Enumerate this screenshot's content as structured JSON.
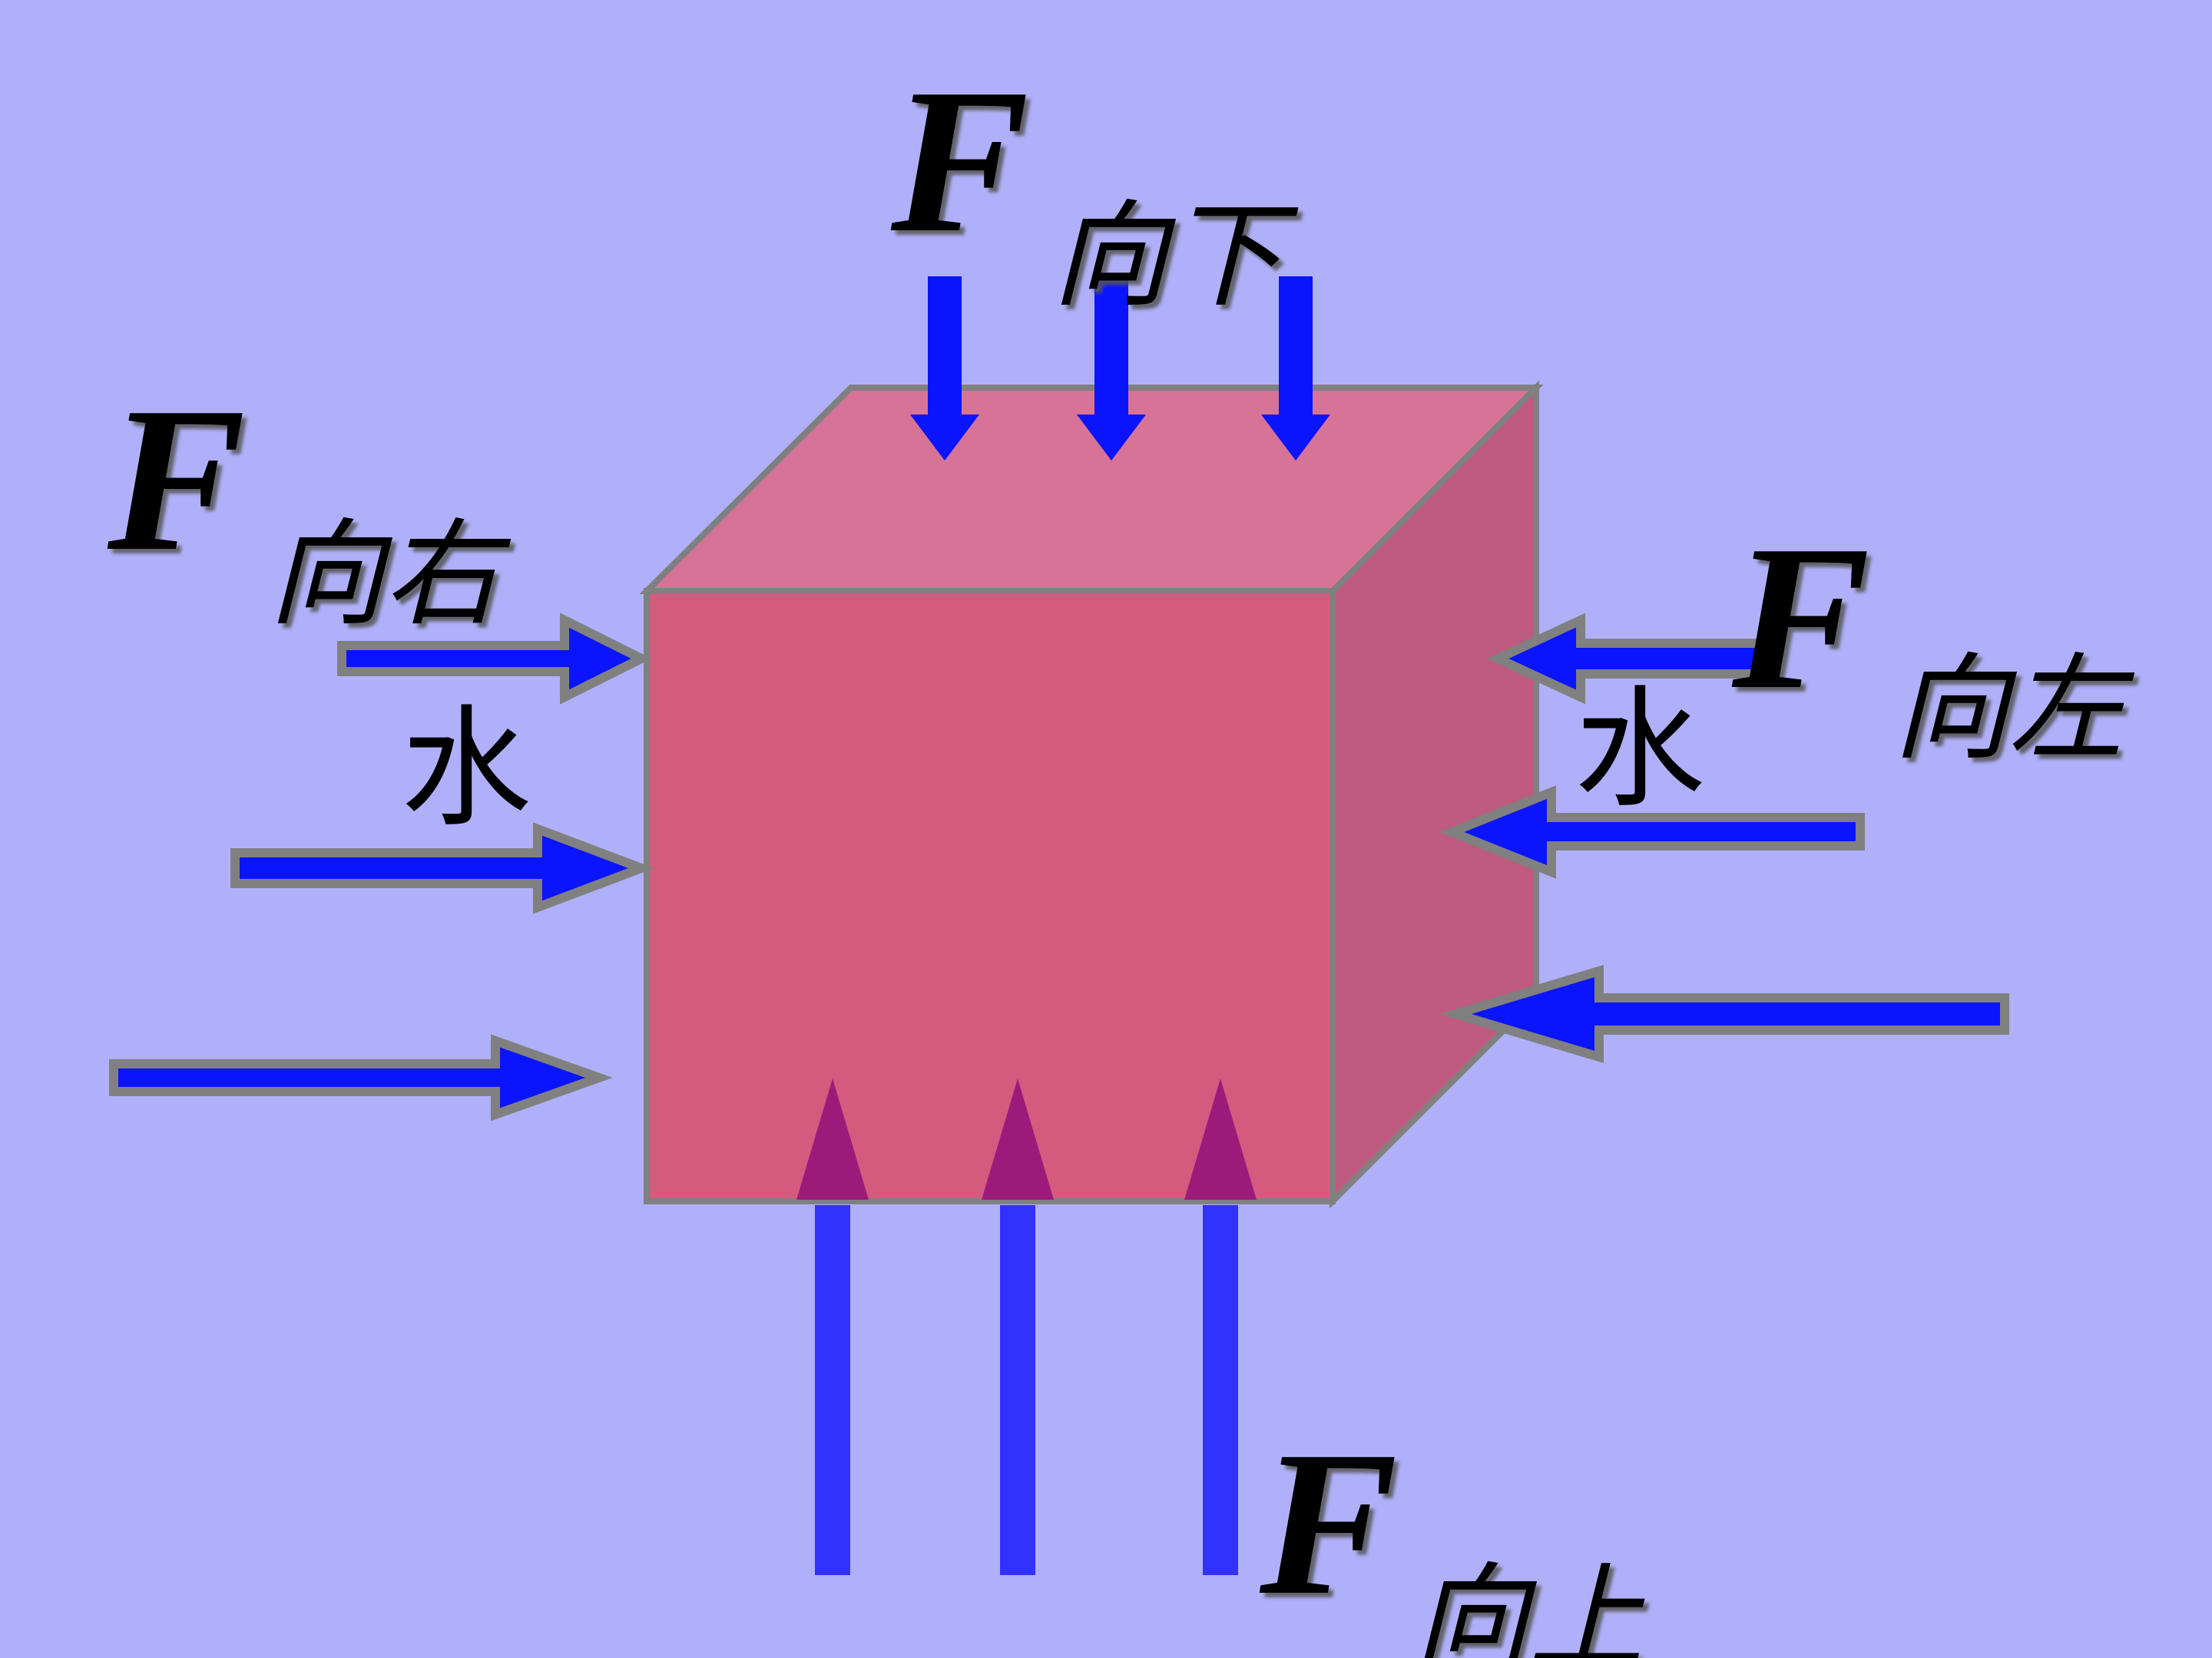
{
  "labels": {
    "down": {
      "F": "F",
      "sub": "向下"
    },
    "right": {
      "F": "F",
      "sub": "向右",
      "medium": "水"
    },
    "left": {
      "F": "F",
      "sub": "向左",
      "medium": "水"
    },
    "up": {
      "F": "F",
      "sub": "向上"
    }
  },
  "colors": {
    "background": "#b0b0fa",
    "cube_front": "#d65a7e",
    "cube_top": "#d67396",
    "cube_side": "#bf5a80",
    "cube_edge": "#808080",
    "arrow_blue": "#0a14ff",
    "arrow_up_shaft": "#3232ff",
    "arrow_up_head": "#9c1b7a"
  }
}
